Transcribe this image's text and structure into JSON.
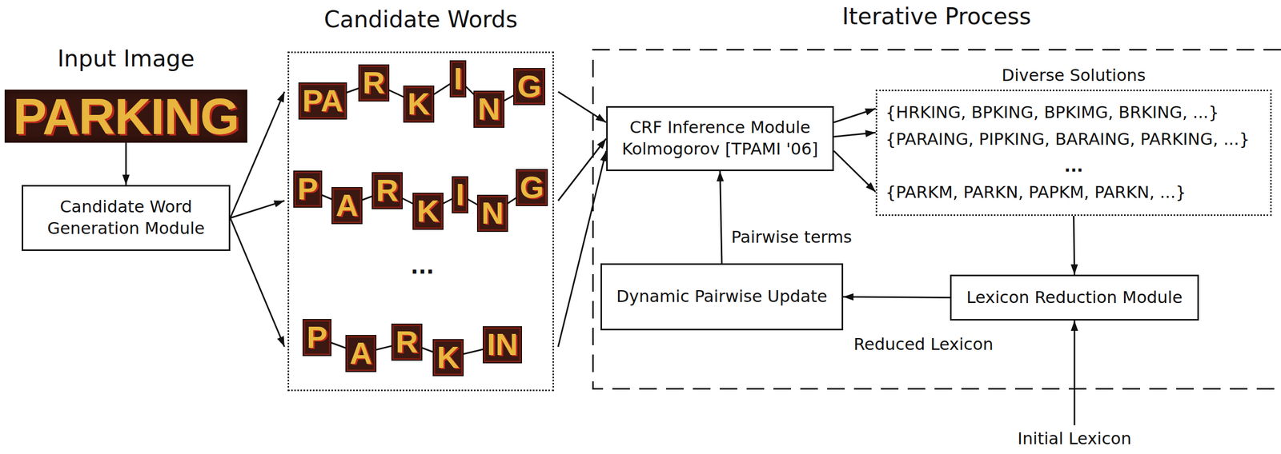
{
  "diagram": {
    "nodes": [
      {
        "text": [
          "Input Image",
          "PARKING"
        ]
      },
      {
        "text": [
          "Candidate Word Generation Module"
        ]
      },
      {
        "text": [
          "Candidate Words",
          "..."
        ]
      },
      {
        "text": [
          "PA",
          "R",
          "K",
          "I",
          "N",
          "G"
        ],
        "in": 2
      },
      {
        "text": [
          "P",
          "A",
          "R",
          "K",
          "I",
          "N",
          "G"
        ],
        "in": 2
      },
      {
        "text": [
          "P",
          "A",
          "R",
          "K",
          "IN"
        ],
        "in": 2
      },
      {
        "text": [
          "Iterative Process"
        ]
      },
      {
        "text": [
          "CRF Inference Module",
          "Kolmogorov [TPAMI '06]"
        ],
        "in": 6
      },
      {
        "text": [
          "Diverse Solutions",
          "{HRKING, BPKING, BPKIMG, BRKING, ...}",
          "{PARAING, PIPKING, BARAING, PARKING, ...}",
          "...",
          "{PARKM, PARKN, PAPKM, PARKN, ...}"
        ],
        "in": 6
      },
      {
        "text": [
          "Dynamic Pairwise Update"
        ],
        "in": 6
      },
      {
        "text": [
          "Lexicon Reduction Module"
        ],
        "in": 6
      }
    ],
    "edges": [
      {
        "from": 0,
        "to": 1,
        "arrow": "to"
      },
      {
        "from": 1,
        "to": 3,
        "arrow": "to"
      },
      {
        "from": 1,
        "to": 4,
        "arrow": "to"
      },
      {
        "from": 1,
        "to": 5,
        "arrow": "to"
      },
      {
        "from": 3,
        "to": 7,
        "arrow": "to"
      },
      {
        "from": 4,
        "to": 7,
        "arrow": "to"
      },
      {
        "from": 5,
        "to": 7,
        "arrow": "to"
      },
      {
        "from": 7,
        "to": 8,
        "arrow": "to"
      },
      {
        "from": 7,
        "to": 8,
        "arrow": "to"
      },
      {
        "from": 7,
        "to": 8,
        "arrow": "to"
      },
      {
        "from": 8,
        "to": 10,
        "arrow": "to"
      },
      {
        "from": 10,
        "to": 9,
        "label": "Reduced Lexicon",
        "arrow": "to"
      },
      {
        "from": 9,
        "to": 7,
        "label": "Pairwise terms",
        "arrow": "to"
      }
    ],
    "labels": [
      "Initial Lexicon"
    ]
  }
}
